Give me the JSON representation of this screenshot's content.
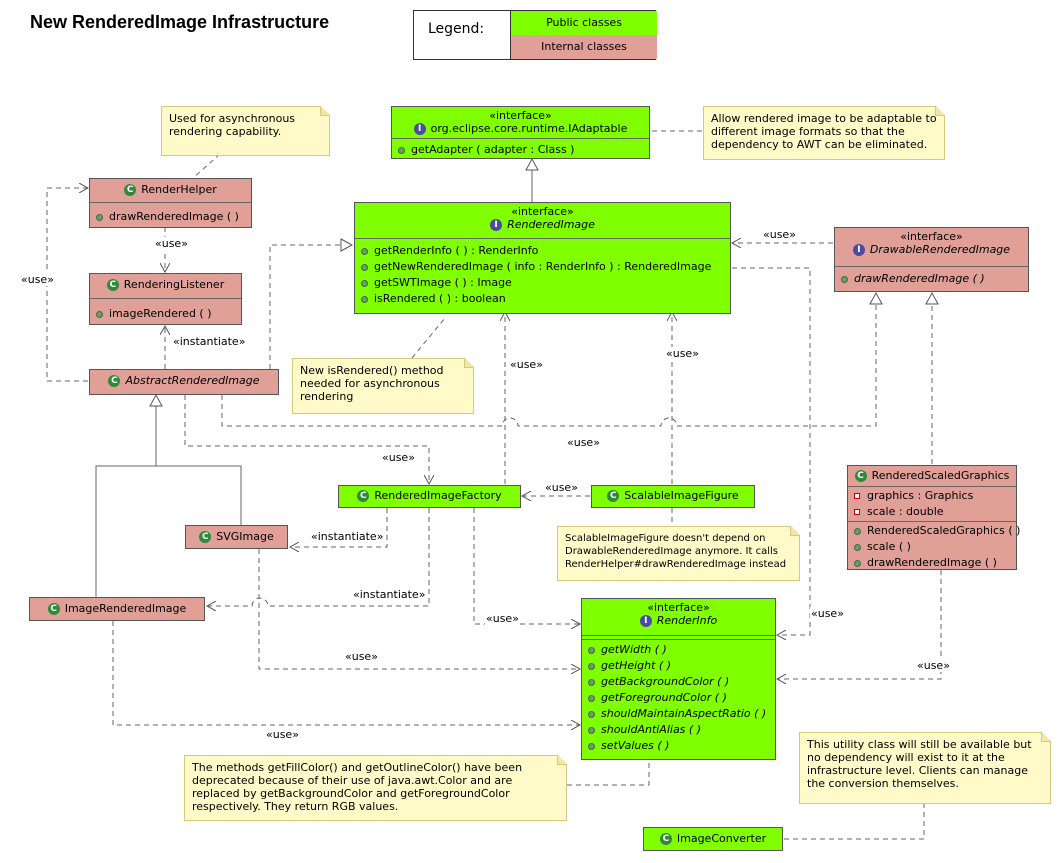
{
  "title": "New RenderedImage Infrastructure",
  "legend": {
    "label": "Legend:",
    "public": "Public classes",
    "internal": "Internal classes"
  },
  "classes": {
    "iadaptable": {
      "stereotype": "«interface»",
      "name": "org.eclipse.core.runtime.IAdaptable",
      "ops": [
        "getAdapter ( adapter : Class )"
      ]
    },
    "render_helper": {
      "name": "RenderHelper",
      "ops": [
        "drawRenderedImage ( )"
      ]
    },
    "rendering_listener": {
      "name": "RenderingListener",
      "ops": [
        "imageRendered ( )"
      ]
    },
    "abstract_rendered_image": {
      "name": "AbstractRenderedImage"
    },
    "rendered_image": {
      "stereotype": "«interface»",
      "name": "RenderedImage",
      "ops": [
        "getRenderInfo ( ) : RenderInfo",
        "getNewRenderedImage ( info : RenderInfo ) : RenderedImage",
        "getSWTImage ( ) : Image",
        "isRendered ( ) : boolean"
      ]
    },
    "drawable_rendered_image": {
      "stereotype": "«interface»",
      "name": "DrawableRenderedImage",
      "ops": [
        "drawRenderedImage ( )"
      ]
    },
    "rendered_image_factory": {
      "name": "RenderedImageFactory"
    },
    "scalable_image_figure": {
      "name": "ScalableImageFigure"
    },
    "svg_image": {
      "name": "SVGImage"
    },
    "image_rendered_image": {
      "name": "ImageRenderedImage"
    },
    "rendered_scaled_graphics": {
      "name": "RenderedScaledGraphics",
      "attrs": [
        "graphics : Graphics",
        "scale : double"
      ],
      "ops": [
        "RenderedScaledGraphics ( )",
        "scale ( )",
        "drawRenderedImage ( )"
      ]
    },
    "render_info": {
      "stereotype": "«interface»",
      "name": "RenderInfo",
      "ops": [
        "getWidth ( )",
        "getHeight ( )",
        "getBackgroundColor ( )",
        "getForegroundColor ( )",
        "shouldMaintainAspectRatio ( )",
        "shouldAntiAlias ( )",
        "setValues ( )"
      ]
    },
    "image_converter": {
      "name": "ImageConverter"
    }
  },
  "notes": {
    "async": "Used for asynchronous rendering capability.",
    "adaptable": "Allow rendered image to be adaptable to different image formats so that the dependency to AWT can be eliminated.",
    "is_rendered": "New isRendered() method needed for asynchronous rendering",
    "scalable": "ScalableImageFigure doesn't depend on DrawableRenderedImage anymore.  It calls RenderHelper#drawRenderedImage instead",
    "deprecated": "The methods getFillColor() and getOutlineColor() have been deprecated because of their use of java.awt.Color and are replaced by getBackgroundColor and getForegroundColor respectively.  They return RGB values.",
    "converter": "This utility class will still be available but no dependency will exist to it at the infrastructure level.  Clients can manage the conversion themselves."
  },
  "relation_labels": {
    "use": "«use»",
    "instantiate": "«instantiate»"
  },
  "colors": {
    "public": "#80ff00",
    "internal": "#e0a098",
    "note": "#fffac8"
  }
}
